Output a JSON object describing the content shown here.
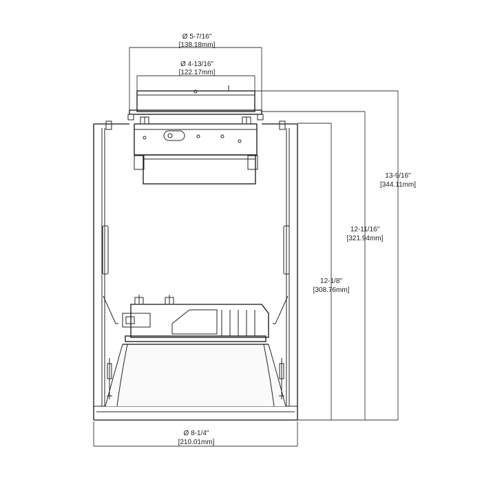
{
  "dimensions": {
    "top_outer_fraction": "Ø 5-7/16\"",
    "top_outer_metric": "[138.18mm]",
    "top_inner_fraction": "Ø 4-13/16\"",
    "top_inner_metric": "[122.17mm]",
    "overall_height_fraction": "13-9/16\"",
    "overall_height_metric": "[344.11mm]",
    "housing_height_fraction": "12-11/16\"",
    "housing_height_metric": "[321.94mm]",
    "frame_height_fraction": "12-1/8\"",
    "frame_height_metric": "[308.76mm]",
    "aperture_fraction": "Ø 8-1/4\"",
    "aperture_metric": "[210.01mm]"
  },
  "colors": {
    "line": "#111111",
    "background": "#ffffff",
    "reflector": "#d9d9d9"
  }
}
